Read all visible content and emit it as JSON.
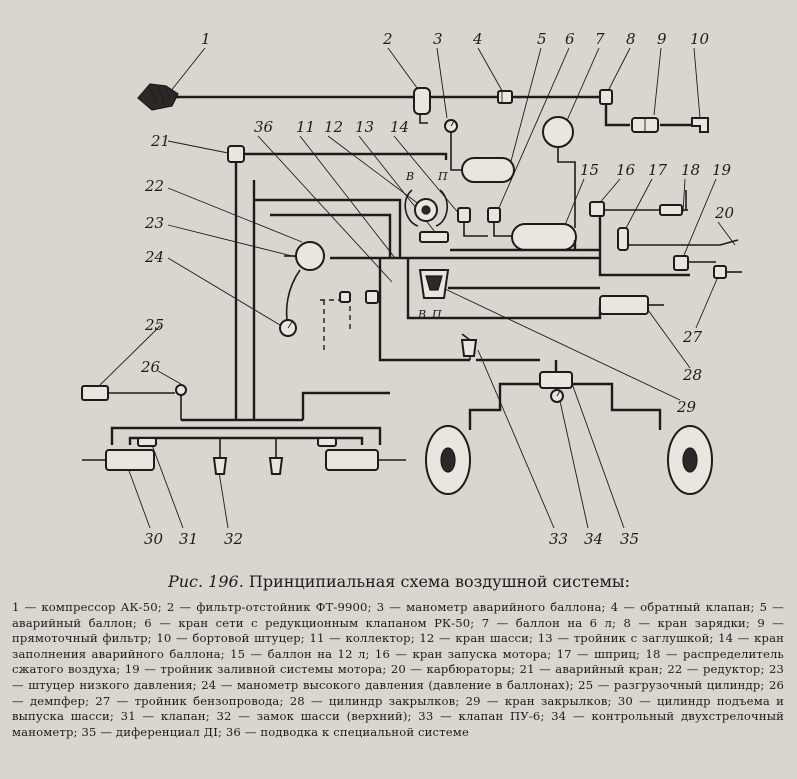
{
  "diagram": {
    "callouts": [
      "1",
      "2",
      "3",
      "4",
      "5",
      "6",
      "7",
      "8",
      "9",
      "10",
      "11",
      "12",
      "13",
      "14",
      "15",
      "16",
      "17",
      "18",
      "19",
      "20",
      "21",
      "22",
      "23",
      "24",
      "25",
      "26",
      "27",
      "28",
      "29",
      "30",
      "31",
      "32",
      "33",
      "34",
      "35",
      "36"
    ],
    "inner_labels": [
      "В",
      "П",
      "В",
      "П"
    ]
  },
  "caption": {
    "fig": "Рис. 196.",
    "title": "Принципиальная схема воздушной системы:"
  },
  "legend": [
    "1 — компрессор АК-50;",
    "2 — фильтр-отстойник ФТ-9900;",
    "3 — манометр аварийного баллона;",
    "4 — обратный клапан;",
    "5 — аварийный баллон;",
    "6 — кран сети с редукционным клапаном РК-50;",
    "7 — баллон на 6 л;",
    "8 — кран зарядки;",
    "9 — прямоточный фильтр;",
    "10 — бортовой штуцер;",
    "11 — коллектор;",
    "12 — кран шасси;",
    "13 — тройник с заглушкой;",
    "14 — кран заполнения аварийного баллона;",
    "15 — баллон на 12 л;",
    "16 — кран запуска мотора;",
    "17 — шприц;",
    "18 — распределитель сжатого воздуха;",
    "19 — тройник заливной системы мотора;",
    "20 — карбюраторы;",
    "21 — аварийный кран;",
    "22 — редуктор;",
    "23 — штуцер низкого давления;",
    "24 — манометр высокого давления (давление в баллонах);",
    "25 — разгрузочный цилиндр;",
    "26 — демпфер;",
    "27 — тройник бензопровода;",
    "28 — цилиндр закрылков;",
    "29 — кран закрылков;",
    "30 — цилиндр подъема и выпуска шасси;",
    "31 — клапан;",
    "32 — замок шасси (верхний);",
    "33 — клапан ПУ-6;",
    "34 — контрольный двухстрелочный манометр;",
    "35 — диференциал ДІ;",
    "36 — подводка к специальной системе"
  ]
}
